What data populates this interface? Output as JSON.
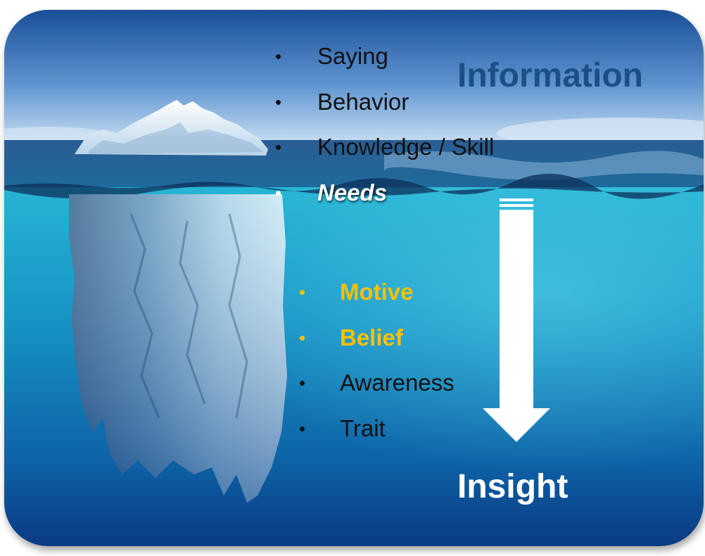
{
  "top_list": {
    "items": [
      {
        "text": "Saying"
      },
      {
        "text": "Behavior"
      },
      {
        "text": "Knowledge / Skill"
      },
      {
        "text": "Needs"
      }
    ]
  },
  "bottom_list": {
    "items": [
      {
        "text": "Motive"
      },
      {
        "text": "Belief"
      },
      {
        "text": "Awareness"
      },
      {
        "text": "Trait"
      }
    ]
  },
  "labels": {
    "information": "Information",
    "insight": "Insight"
  },
  "bullet": "•",
  "colors": {
    "information": "#1c4f86",
    "highlight": "#ffc000",
    "emphasis": "#ffffff",
    "text": "#111111",
    "sky": "#2a6fb8",
    "water": "#18a2c8",
    "deep_water": "#0b3f86"
  }
}
